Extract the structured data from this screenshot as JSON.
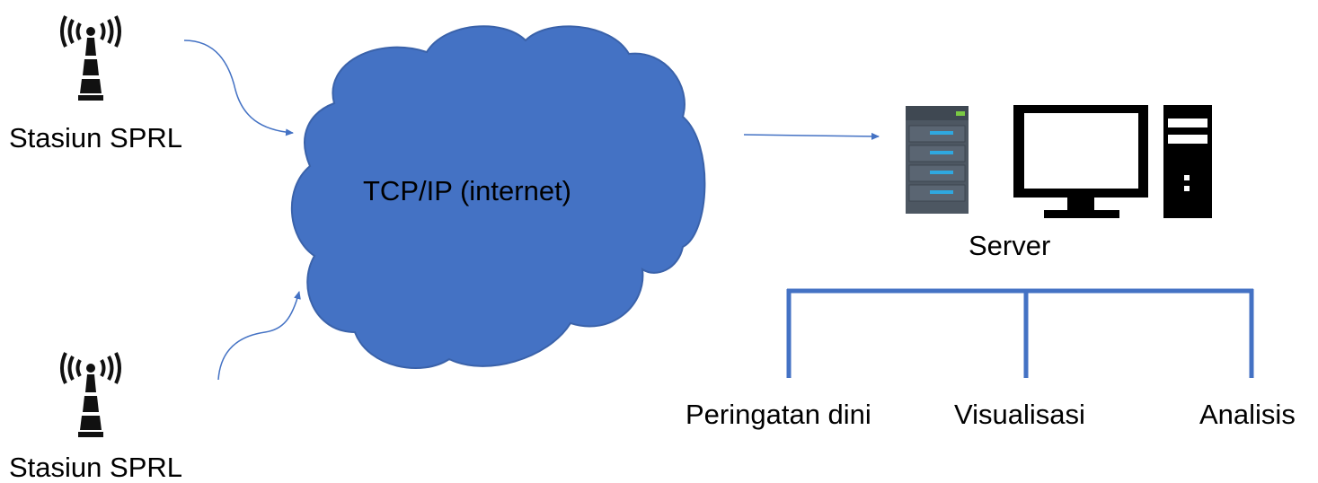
{
  "stations": [
    {
      "label": "Stasiun SPRL",
      "icon": "radio-tower-icon"
    },
    {
      "label": "Stasiun SPRL",
      "icon": "radio-tower-icon"
    }
  ],
  "network": {
    "label": "TCP/IP (internet)",
    "color": "#4472c4"
  },
  "server": {
    "label": "Server",
    "icons": [
      "server-rack-icon",
      "monitor-icon",
      "desktop-tower-icon"
    ]
  },
  "outputs": [
    {
      "label": "Peringatan dini"
    },
    {
      "label": "Visualisasi"
    },
    {
      "label": "Analisis"
    }
  ],
  "colors": {
    "arrow": "#4472c4",
    "branch": "#4472c4",
    "cloud": "#4472c4"
  }
}
